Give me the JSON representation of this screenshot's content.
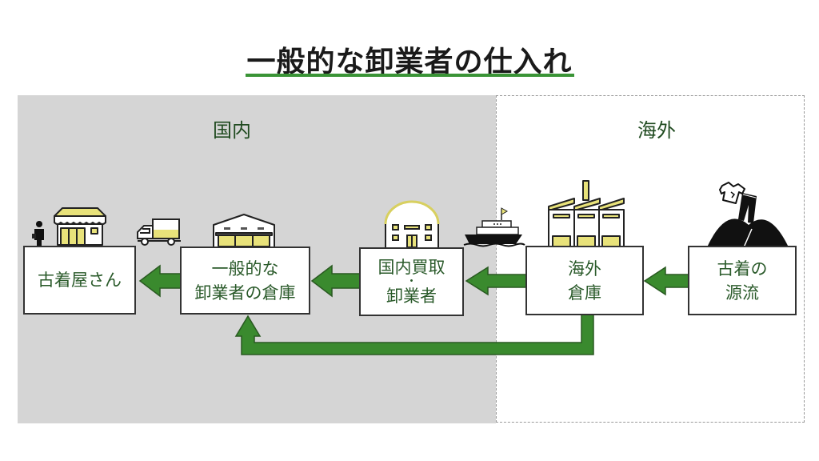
{
  "title": "一般的な卸業者の仕入れ",
  "colors": {
    "accent_green": "#3a9436",
    "arrow_green": "#3a8a2e",
    "icon_yellow": "#e8e27a",
    "domestic_bg": "#d5d5d5",
    "text_green": "#2a5a2a"
  },
  "regions": {
    "domestic": {
      "label": "国内"
    },
    "overseas": {
      "label": "海外"
    }
  },
  "nodes": [
    {
      "id": "used-clothing-shop",
      "lines": [
        "古着屋さん"
      ],
      "icon": "storefront-icon"
    },
    {
      "id": "wholesaler-warehouse",
      "lines": [
        "一般的な",
        "卸業者の倉庫"
      ],
      "icon": "warehouse-icon"
    },
    {
      "id": "domestic-buyer",
      "lines": [
        "国内買取",
        "・",
        "卸業者"
      ],
      "icon": "dome-building-icon"
    },
    {
      "id": "overseas-warehouse",
      "lines": [
        "海外",
        "倉庫"
      ],
      "icon": "factory-icon"
    },
    {
      "id": "clothing-source",
      "lines": [
        "古着の",
        "源流"
      ],
      "icon": "clothing-pile-icon"
    }
  ],
  "connectors": {
    "between_shop_and_warehouse": "truck-icon",
    "between_buyer_and_overseas": "ship-icon",
    "beside_shop": "person-icon"
  }
}
